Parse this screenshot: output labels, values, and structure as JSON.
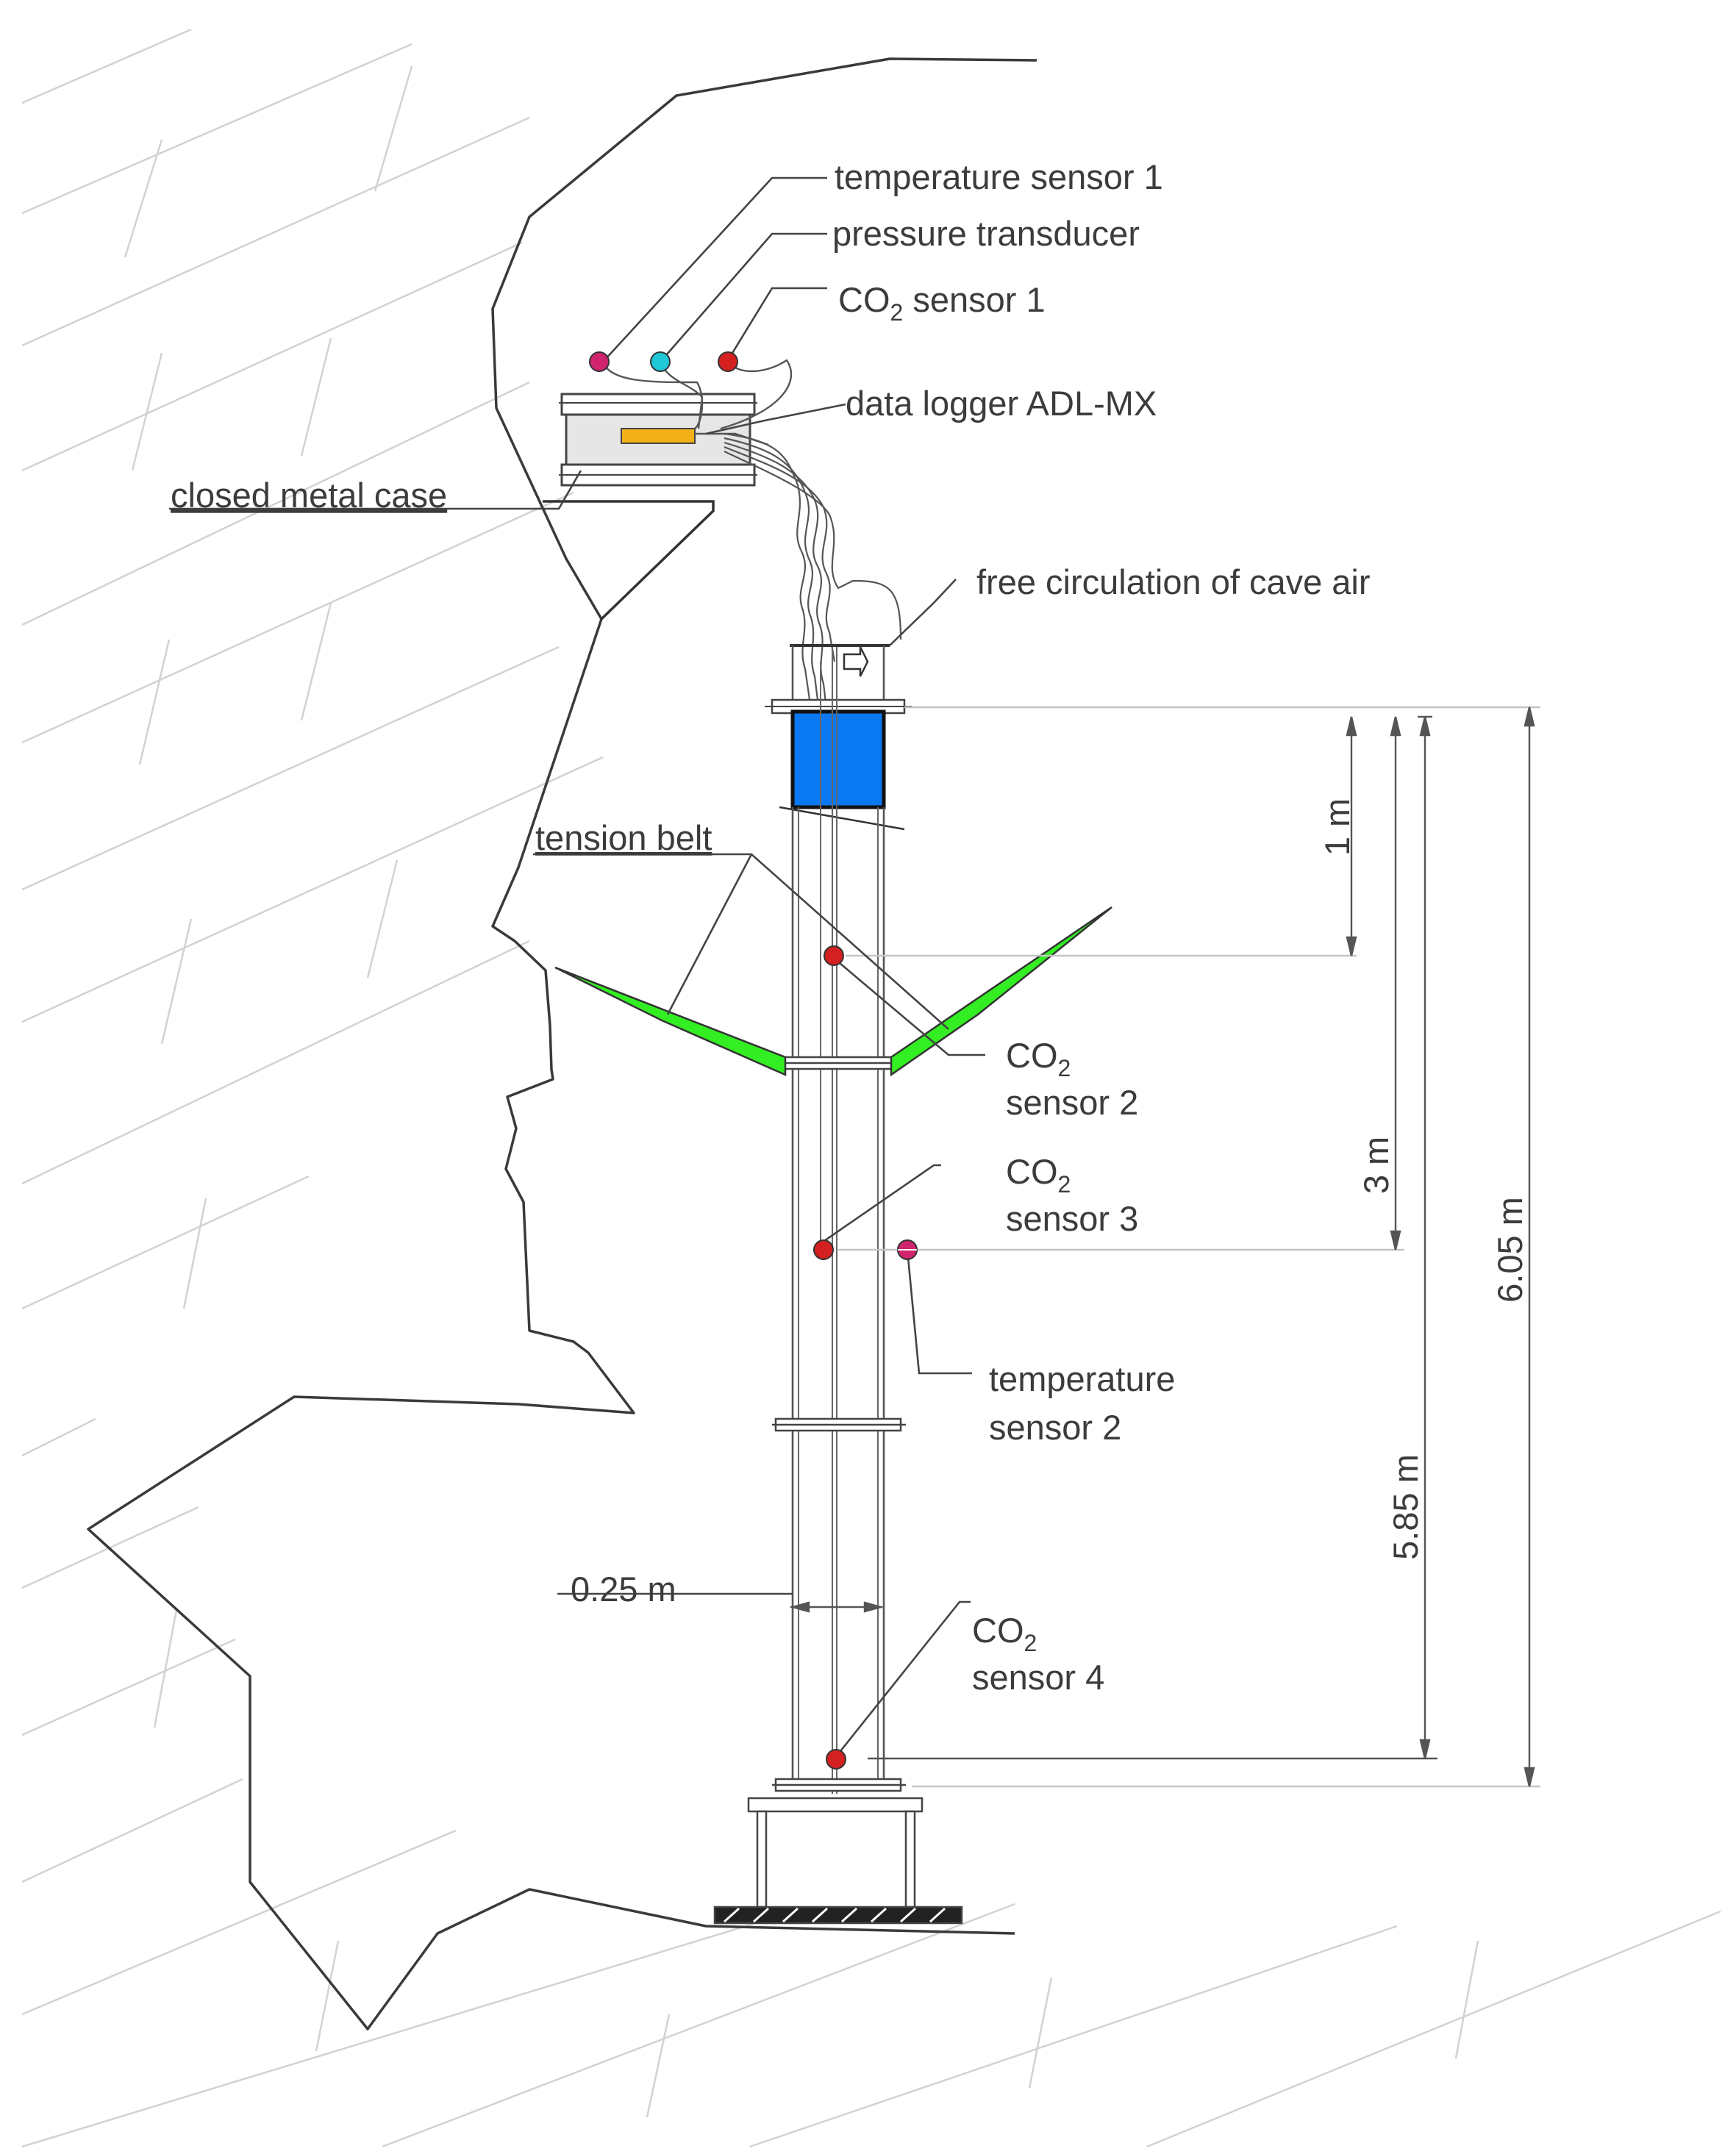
{
  "labels": {
    "temperature_sensor_1": "temperature sensor 1",
    "pressure_transducer": "pressure transducer",
    "co2_sensor_1_main": "CO",
    "co2_sensor_1_sub": "2",
    "co2_sensor_1_tail": " sensor 1",
    "data_logger": "data logger ADL-MX",
    "closed_metal_case": "closed metal case",
    "free_circulation": "free circulation of cave air",
    "tension_belt": "tension belt",
    "co2_sensor_2_main": "CO",
    "co2_sensor_2_sub": "2",
    "co2_sensor_2_line2": "sensor 2",
    "co2_sensor_3_main": "CO",
    "co2_sensor_3_sub": "2",
    "co2_sensor_3_line2": "sensor 3",
    "temperature_sensor_2_line1": "temperature",
    "temperature_sensor_2_line2": "sensor 2",
    "co2_sensor_4_main": "CO",
    "co2_sensor_4_sub": "2",
    "co2_sensor_4_line2": "sensor 4"
  },
  "dimensions": {
    "d1": "1 m",
    "d2": "3 m",
    "d3": "5.85 m",
    "d4": "6.05 m",
    "diameter": "0.25 m"
  },
  "colors": {
    "water": "#0a78f0",
    "belt": "#33ee22",
    "logger": "#f4b018",
    "co2_sensor": "#d42020",
    "temperature_sensor": "#d0246e",
    "pressure_sensor": "#20c8d8",
    "case_fill": "#e6e6e6"
  }
}
